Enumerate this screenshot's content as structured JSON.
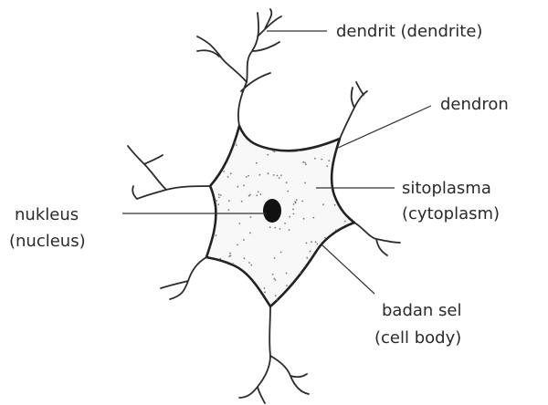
{
  "labels": {
    "dendrite": "dendrit (dendrite)",
    "dendron": "dendron",
    "cytoplasm_1": "sitoplasma",
    "cytoplasm_2": "(cytoplasm)",
    "nucleus_1": "nukleus",
    "nucleus_2": "(nucleus)",
    "cell_body_1": "badan sel",
    "cell_body_2": "(cell body)"
  }
}
